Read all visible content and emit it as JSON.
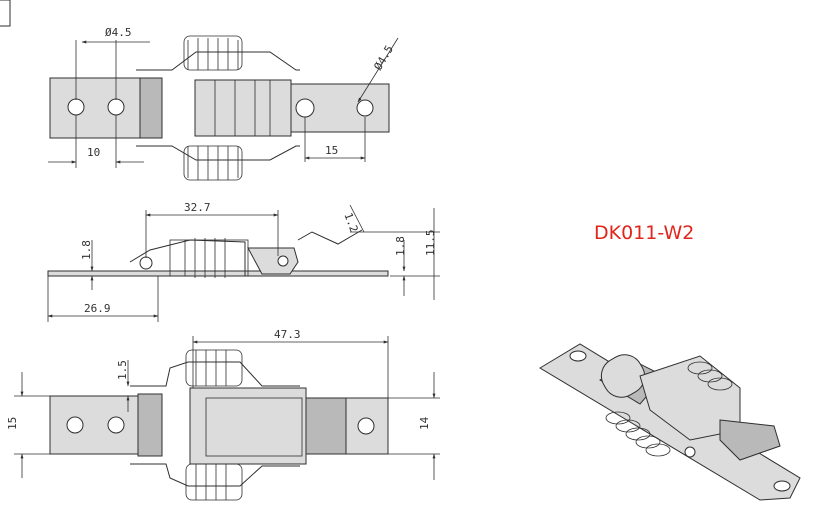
{
  "part_code": "DK011-W2",
  "colors": {
    "part_code": "#e0251b",
    "line": "#2f2f2f",
    "metal": "#dcdcdc",
    "metal_dark": "#b9b9b9"
  },
  "views": {
    "top": {
      "hole_dia_left": "Ø4.5",
      "hole_dia_right": "Ø4.5",
      "dim_hole_pitch": "10",
      "dim_slot_offset": "15"
    },
    "side": {
      "dim_length": "32.7",
      "dim_angle_note": "1.2",
      "dim_thickness_left": "1.8",
      "dim_thickness_right": "1.8",
      "dim_height": "11.5",
      "dim_base": "26.9"
    },
    "bottom": {
      "dim_length": "47.3",
      "dim_gap": "1.5",
      "dim_width_left": "15",
      "dim_width_right": "14"
    }
  }
}
